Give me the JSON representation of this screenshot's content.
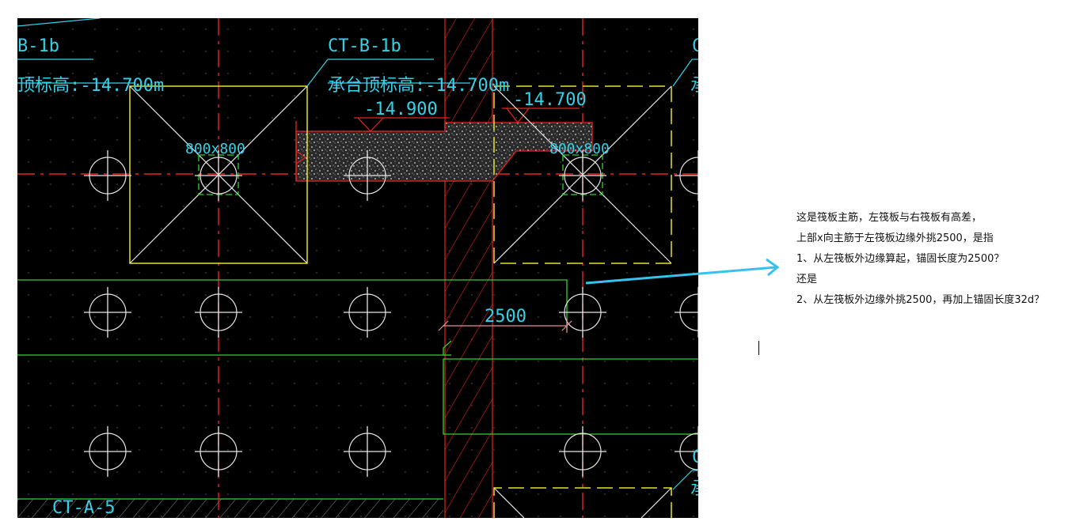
{
  "drawing": {
    "labels": {
      "b1b_left": "B-1b",
      "ct_b1b": "CT-B-1b",
      "elev_left": "顶标高:-14.700m",
      "elev_mid": "承台顶标高:-14.700m",
      "elev_149": "-14.900",
      "elev_147": "-14.700",
      "col_left": "800x800",
      "col_right": "800x800",
      "dim_2500": "2500",
      "ct_a5": "CT-A-5",
      "right_c": "C",
      "right_cheng": "承",
      "right_c2": "C",
      "right_cheng2": "承"
    },
    "colors": {
      "background": "#000000",
      "axis": "#e8231f",
      "outline": "#e2e225",
      "slab": "#2fd42f",
      "text": "#34d2e8",
      "symbol": "#e6e6e6",
      "arrow": "#36c2ef"
    }
  },
  "note": {
    "lines": [
      "这是筏板主筋，左筏板与右筏板有高差，",
      "上部x向主筋于左筏板边缘外挑2500，是指",
      "1、从左筏板外边缘算起，锚固长度为2500？",
      "还是",
      "2、从左筏板外边缘外挑2500，再加上锚固长度32d？"
    ]
  }
}
